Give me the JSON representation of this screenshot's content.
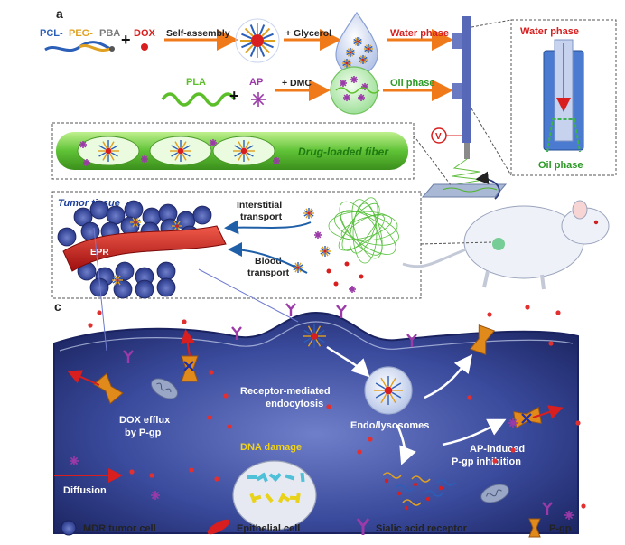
{
  "panels": {
    "a": "a",
    "c": "c"
  },
  "row1": {
    "chain_pcl": "PCL-",
    "chain_peg": "PEG-",
    "chain_pba": "PBA",
    "plus": "+",
    "dox": "DOX",
    "self_assembly": "Self-assembly",
    "glycerol": "+ Glycerol",
    "water_phase": "Water phase"
  },
  "row2": {
    "pla": "PLA",
    "plus": "+",
    "ap": "AP",
    "dmc": "+ DMC",
    "oil_phase": "Oil phase"
  },
  "nozzle": {
    "water_phase": "Water phase",
    "oil_phase": "Oil phase",
    "voltage": "V"
  },
  "fiber": {
    "label": "Drug-loaded fiber"
  },
  "tumor": {
    "title": "Tumor tissue",
    "interstitial": "Interstitial",
    "transport": "transport",
    "blood": "Blood",
    "blood_transport": "transport",
    "epr": "EPR"
  },
  "cell": {
    "receptor_mediated": "Receptor-mediated",
    "endocytosis": "endocytosis",
    "endo_lysosomes": "Endo/lysosomes",
    "dox_efflux": "DOX efflux",
    "by_pgp": "by P-gp",
    "dna_damage": "DNA damage",
    "ap_induced": "AP-induced",
    "pgp_inhibition": "P-gp inhibition",
    "diffusion": "Diffusion"
  },
  "legend": [
    {
      "label": "MDR tumor cell"
    },
    {
      "label": "Epithelial cell"
    },
    {
      "label": "Sialic acid receptor"
    },
    {
      "label": "P-gp"
    }
  ],
  "colors": {
    "peg": "#e0a020",
    "pcl": "#2c5fb8",
    "dox": "#d81e1e",
    "pla": "#5cbf2a",
    "ap": "#9b3aa8",
    "cell_dark": "#2b3a7e",
    "cell_bg": "#3f51a8",
    "pgp": "#e08a1c",
    "vessel": "#c81818"
  }
}
